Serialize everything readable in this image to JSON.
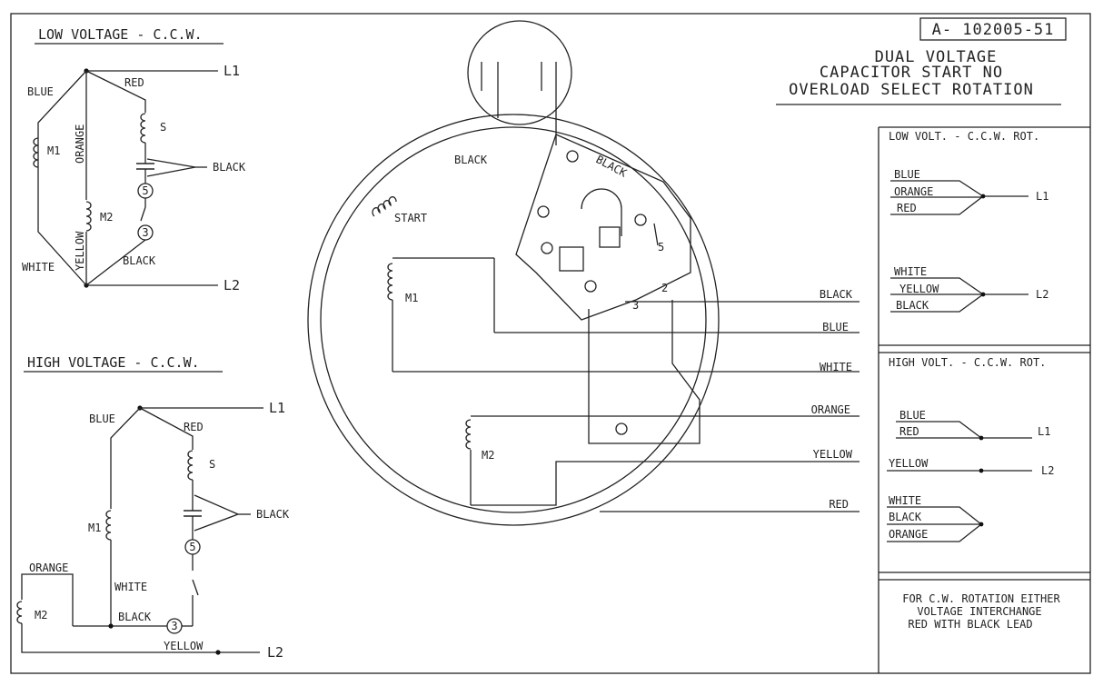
{
  "title_block": {
    "drawing_number": "A- 102005-51",
    "title_line1": "DUAL VOLTAGE",
    "title_line2": "CAPACITOR START NO",
    "title_line3": "OVERLOAD SELECT ROTATION"
  },
  "low_voltage": {
    "title": "LOW VOLTAGE - C.C.W.",
    "l1": "L1",
    "l2": "L2",
    "blue": "BLUE",
    "red": "RED",
    "orange": "ORANGE",
    "yellow": "YELLOW",
    "white": "WHITE",
    "black_cap": "BLACK",
    "black_bottom": "BLACK",
    "winding_m1": "M1",
    "winding_m2": "M2",
    "winding_s": "S",
    "terminal_5": "5",
    "terminal_3": "3"
  },
  "high_voltage": {
    "title": "HIGH VOLTAGE - C.C.W.",
    "l1": "L1",
    "l2": "L2",
    "blue": "BLUE",
    "red": "RED",
    "orange": "ORANGE",
    "yellow": "YELLOW",
    "white": "WHITE",
    "black_cap": "BLACK",
    "black_bottom": "BLACK",
    "winding_m1": "M1",
    "winding_m2": "M2",
    "winding_s": "S",
    "terminal_5": "5",
    "terminal_3": "3"
  },
  "motor": {
    "black_top": "BLACK",
    "black_switch": "BLACK",
    "start": "START",
    "winding_m1": "M1",
    "winding_m2": "M2",
    "terminal_5": "5",
    "terminal_3": "3",
    "terminal_2": "2",
    "leads": [
      "BLACK",
      "BLUE",
      "WHITE",
      "ORANGE",
      "YELLOW",
      "RED"
    ]
  },
  "table_low": {
    "title": "LOW VOLT. - C.C.W. ROT.",
    "group_l1": [
      "BLUE",
      "ORANGE",
      "RED"
    ],
    "l1": "L1",
    "group_l2": [
      "WHITE",
      "YELLOW",
      "BLACK"
    ],
    "l2": "L2"
  },
  "table_high": {
    "title": "HIGH VOLT. - C.C.W. ROT.",
    "group_l1": [
      "BLUE",
      "RED"
    ],
    "l1": "L1",
    "yellow": "YELLOW",
    "l2": "L2",
    "group_tied": [
      "WHITE",
      "BLACK",
      "ORANGE"
    ]
  },
  "note": {
    "line1": "FOR C.W. ROTATION EITHER",
    "line2": "VOLTAGE INTERCHANGE",
    "line3": "RED WITH BLACK LEAD"
  }
}
